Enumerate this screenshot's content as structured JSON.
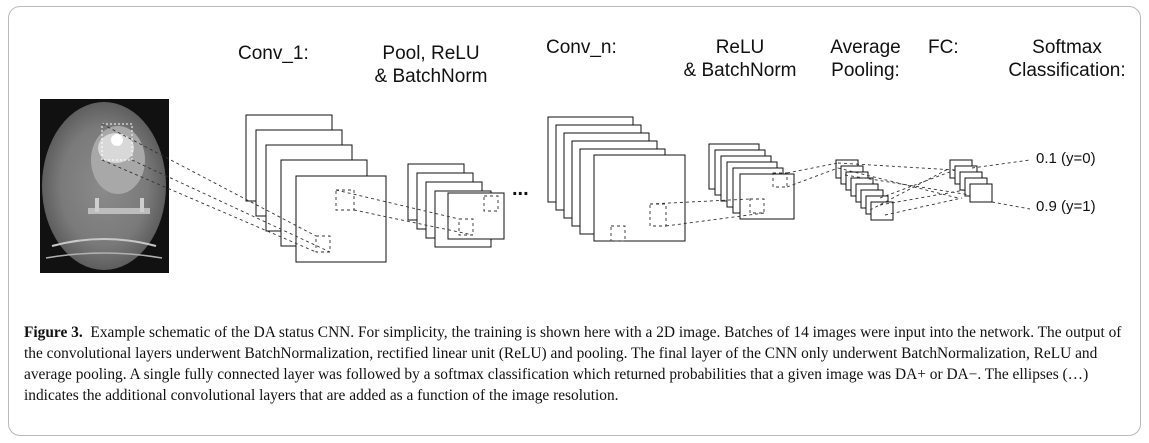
{
  "labels": {
    "conv1": "Conv_1:",
    "pool": "Pool, ReLU\n& BatchNorm",
    "convn": "Conv_n:",
    "relu": "ReLU\n& BatchNorm",
    "avg": "Average\nPooling:",
    "fc": "FC:",
    "softmax": "Softmax\nClassification:"
  },
  "ellipsis": "...",
  "outputs": {
    "y0": "0.1 (y=0)",
    "y1": "0.9 (y=1)"
  },
  "caption": {
    "title": "Figure 3.",
    "text": "Example schematic of the DA status CNN. For simplicity, the training is shown here with a 2D image. Batches of 14 images were input into the network. The output of the convolutional layers underwent BatchNormalization, rectified linear unit (ReLU) and pooling. The final layer of the CNN only underwent BatchNormalization, ReLU and average pooling. A single fully connected layer was followed by a softmax classification which returned probabilities that a given image was DA+ or DA−. The ellipses (…) indicates the additional convolutional layers that are added as a function of the image resolution."
  }
}
